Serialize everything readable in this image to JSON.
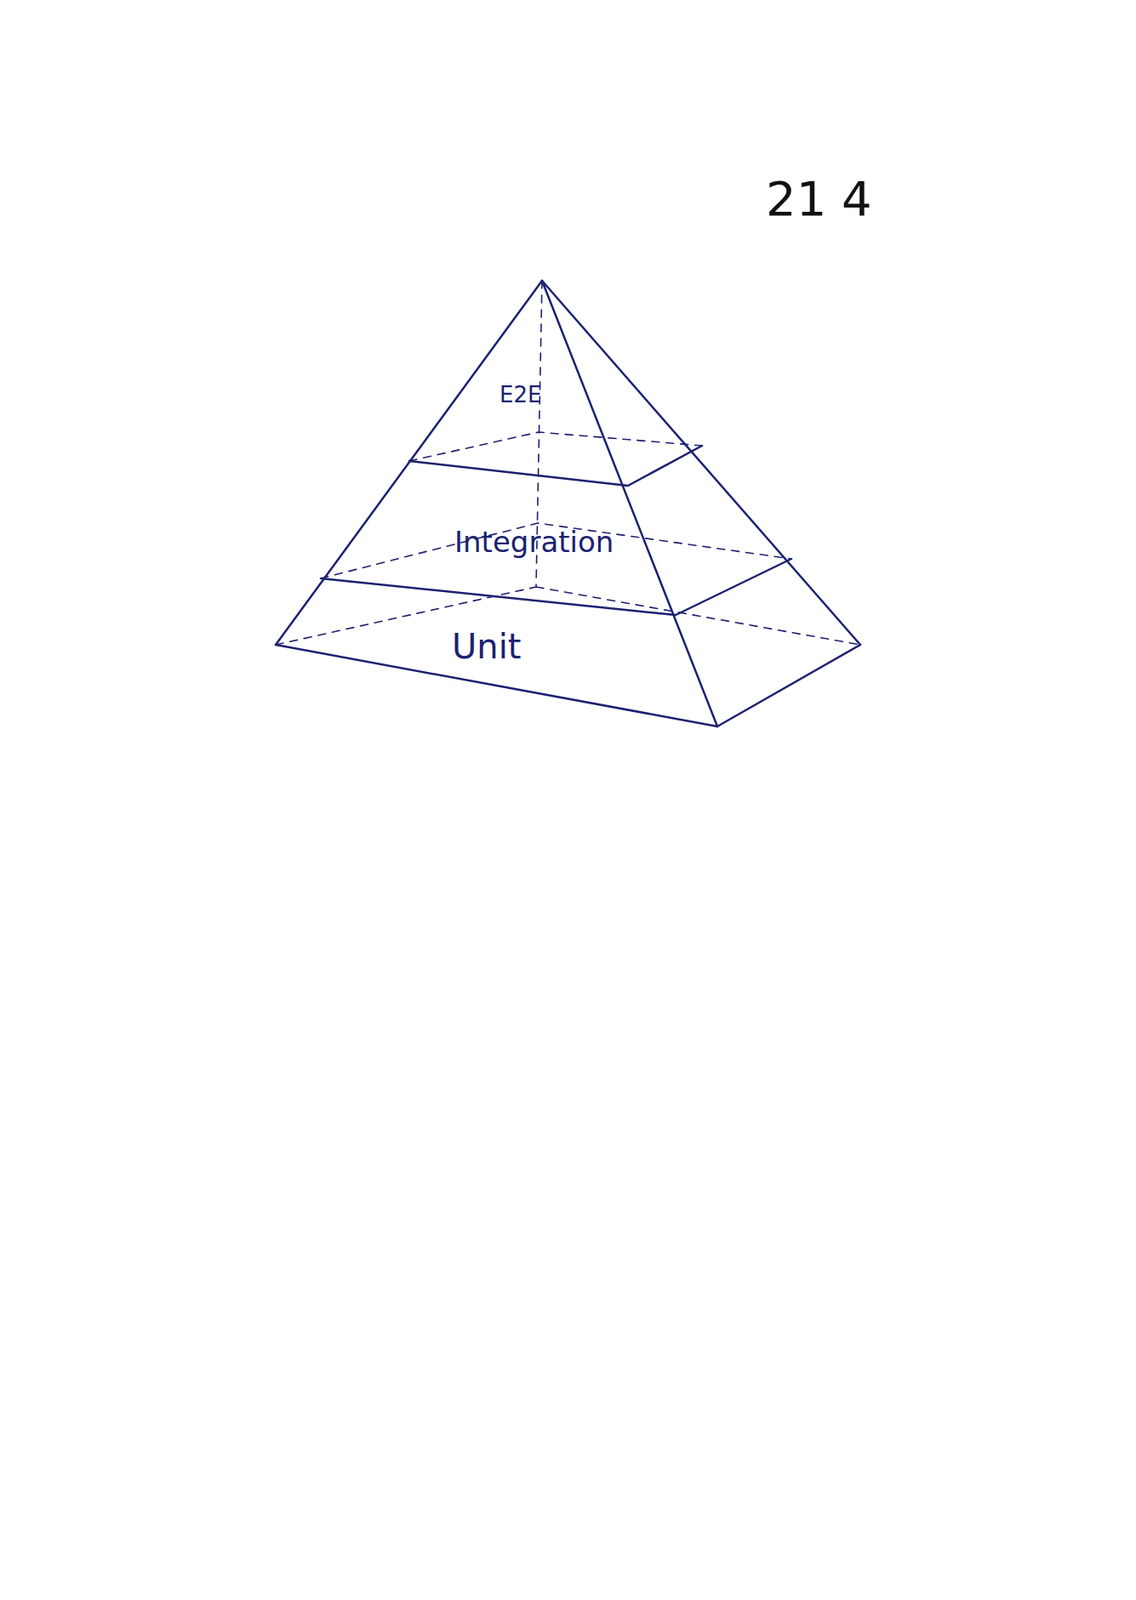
{
  "diagram": {
    "nodes": [
      {
        "text": [
          "E2E"
        ]
      },
      {
        "text": [
          "Integration"
        ]
      },
      {
        "text": [
          "Unit"
        ]
      }
    ],
    "labels": [
      "21 4"
    ]
  }
}
